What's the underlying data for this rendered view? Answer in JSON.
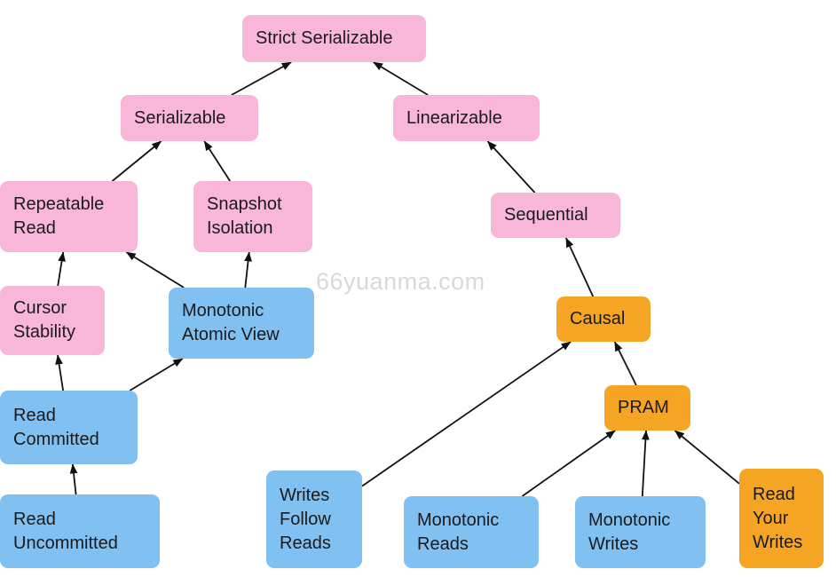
{
  "diagram": {
    "watermark": "66yuanma.com",
    "palette": {
      "pink": "#f8b7d9",
      "blue": "#80c1f1",
      "orange": "#f6a424",
      "arrow": "#111111",
      "text": "#1a1a1a",
      "watermark_color": "#d9d9d9"
    },
    "nodes": [
      {
        "id": "strict-serializable",
        "label": "Strict Serializable",
        "color": "pink"
      },
      {
        "id": "serializable",
        "label": "Serializable",
        "color": "pink"
      },
      {
        "id": "linearizable",
        "label": "Linearizable",
        "color": "pink"
      },
      {
        "id": "repeatable-read",
        "label": "Repeatable Read",
        "color": "pink"
      },
      {
        "id": "snapshot-isolation",
        "label": "Snapshot Isolation",
        "color": "pink"
      },
      {
        "id": "sequential",
        "label": "Sequential",
        "color": "pink"
      },
      {
        "id": "cursor-stability",
        "label": "Cursor Stability",
        "color": "pink"
      },
      {
        "id": "monotonic-atomic-view",
        "label": "Monotonic Atomic View",
        "color": "blue"
      },
      {
        "id": "causal",
        "label": "Causal",
        "color": "orange"
      },
      {
        "id": "read-committed",
        "label": "Read Committed",
        "color": "blue"
      },
      {
        "id": "pram",
        "label": "PRAM",
        "color": "orange"
      },
      {
        "id": "read-uncommitted",
        "label": "Read Uncommitted",
        "color": "blue"
      },
      {
        "id": "writes-follow-reads",
        "label": "Writes Follow Reads",
        "color": "blue"
      },
      {
        "id": "monotonic-reads",
        "label": "Monotonic Reads",
        "color": "blue"
      },
      {
        "id": "monotonic-writes",
        "label": "Monotonic Writes",
        "color": "blue"
      },
      {
        "id": "read-your-writes",
        "label": "Read Your Writes",
        "color": "orange"
      }
    ],
    "edges": [
      {
        "from": "serializable",
        "to": "strict-serializable"
      },
      {
        "from": "linearizable",
        "to": "strict-serializable"
      },
      {
        "from": "repeatable-read",
        "to": "serializable"
      },
      {
        "from": "snapshot-isolation",
        "to": "serializable"
      },
      {
        "from": "sequential",
        "to": "linearizable"
      },
      {
        "from": "cursor-stability",
        "to": "repeatable-read"
      },
      {
        "from": "monotonic-atomic-view",
        "to": "repeatable-read"
      },
      {
        "from": "monotonic-atomic-view",
        "to": "snapshot-isolation"
      },
      {
        "from": "causal",
        "to": "sequential"
      },
      {
        "from": "read-committed",
        "to": "cursor-stability"
      },
      {
        "from": "read-committed",
        "to": "monotonic-atomic-view"
      },
      {
        "from": "read-uncommitted",
        "to": "read-committed"
      },
      {
        "from": "writes-follow-reads",
        "to": "causal"
      },
      {
        "from": "pram",
        "to": "causal"
      },
      {
        "from": "monotonic-reads",
        "to": "pram"
      },
      {
        "from": "monotonic-writes",
        "to": "pram"
      },
      {
        "from": "read-your-writes",
        "to": "pram"
      }
    ]
  }
}
